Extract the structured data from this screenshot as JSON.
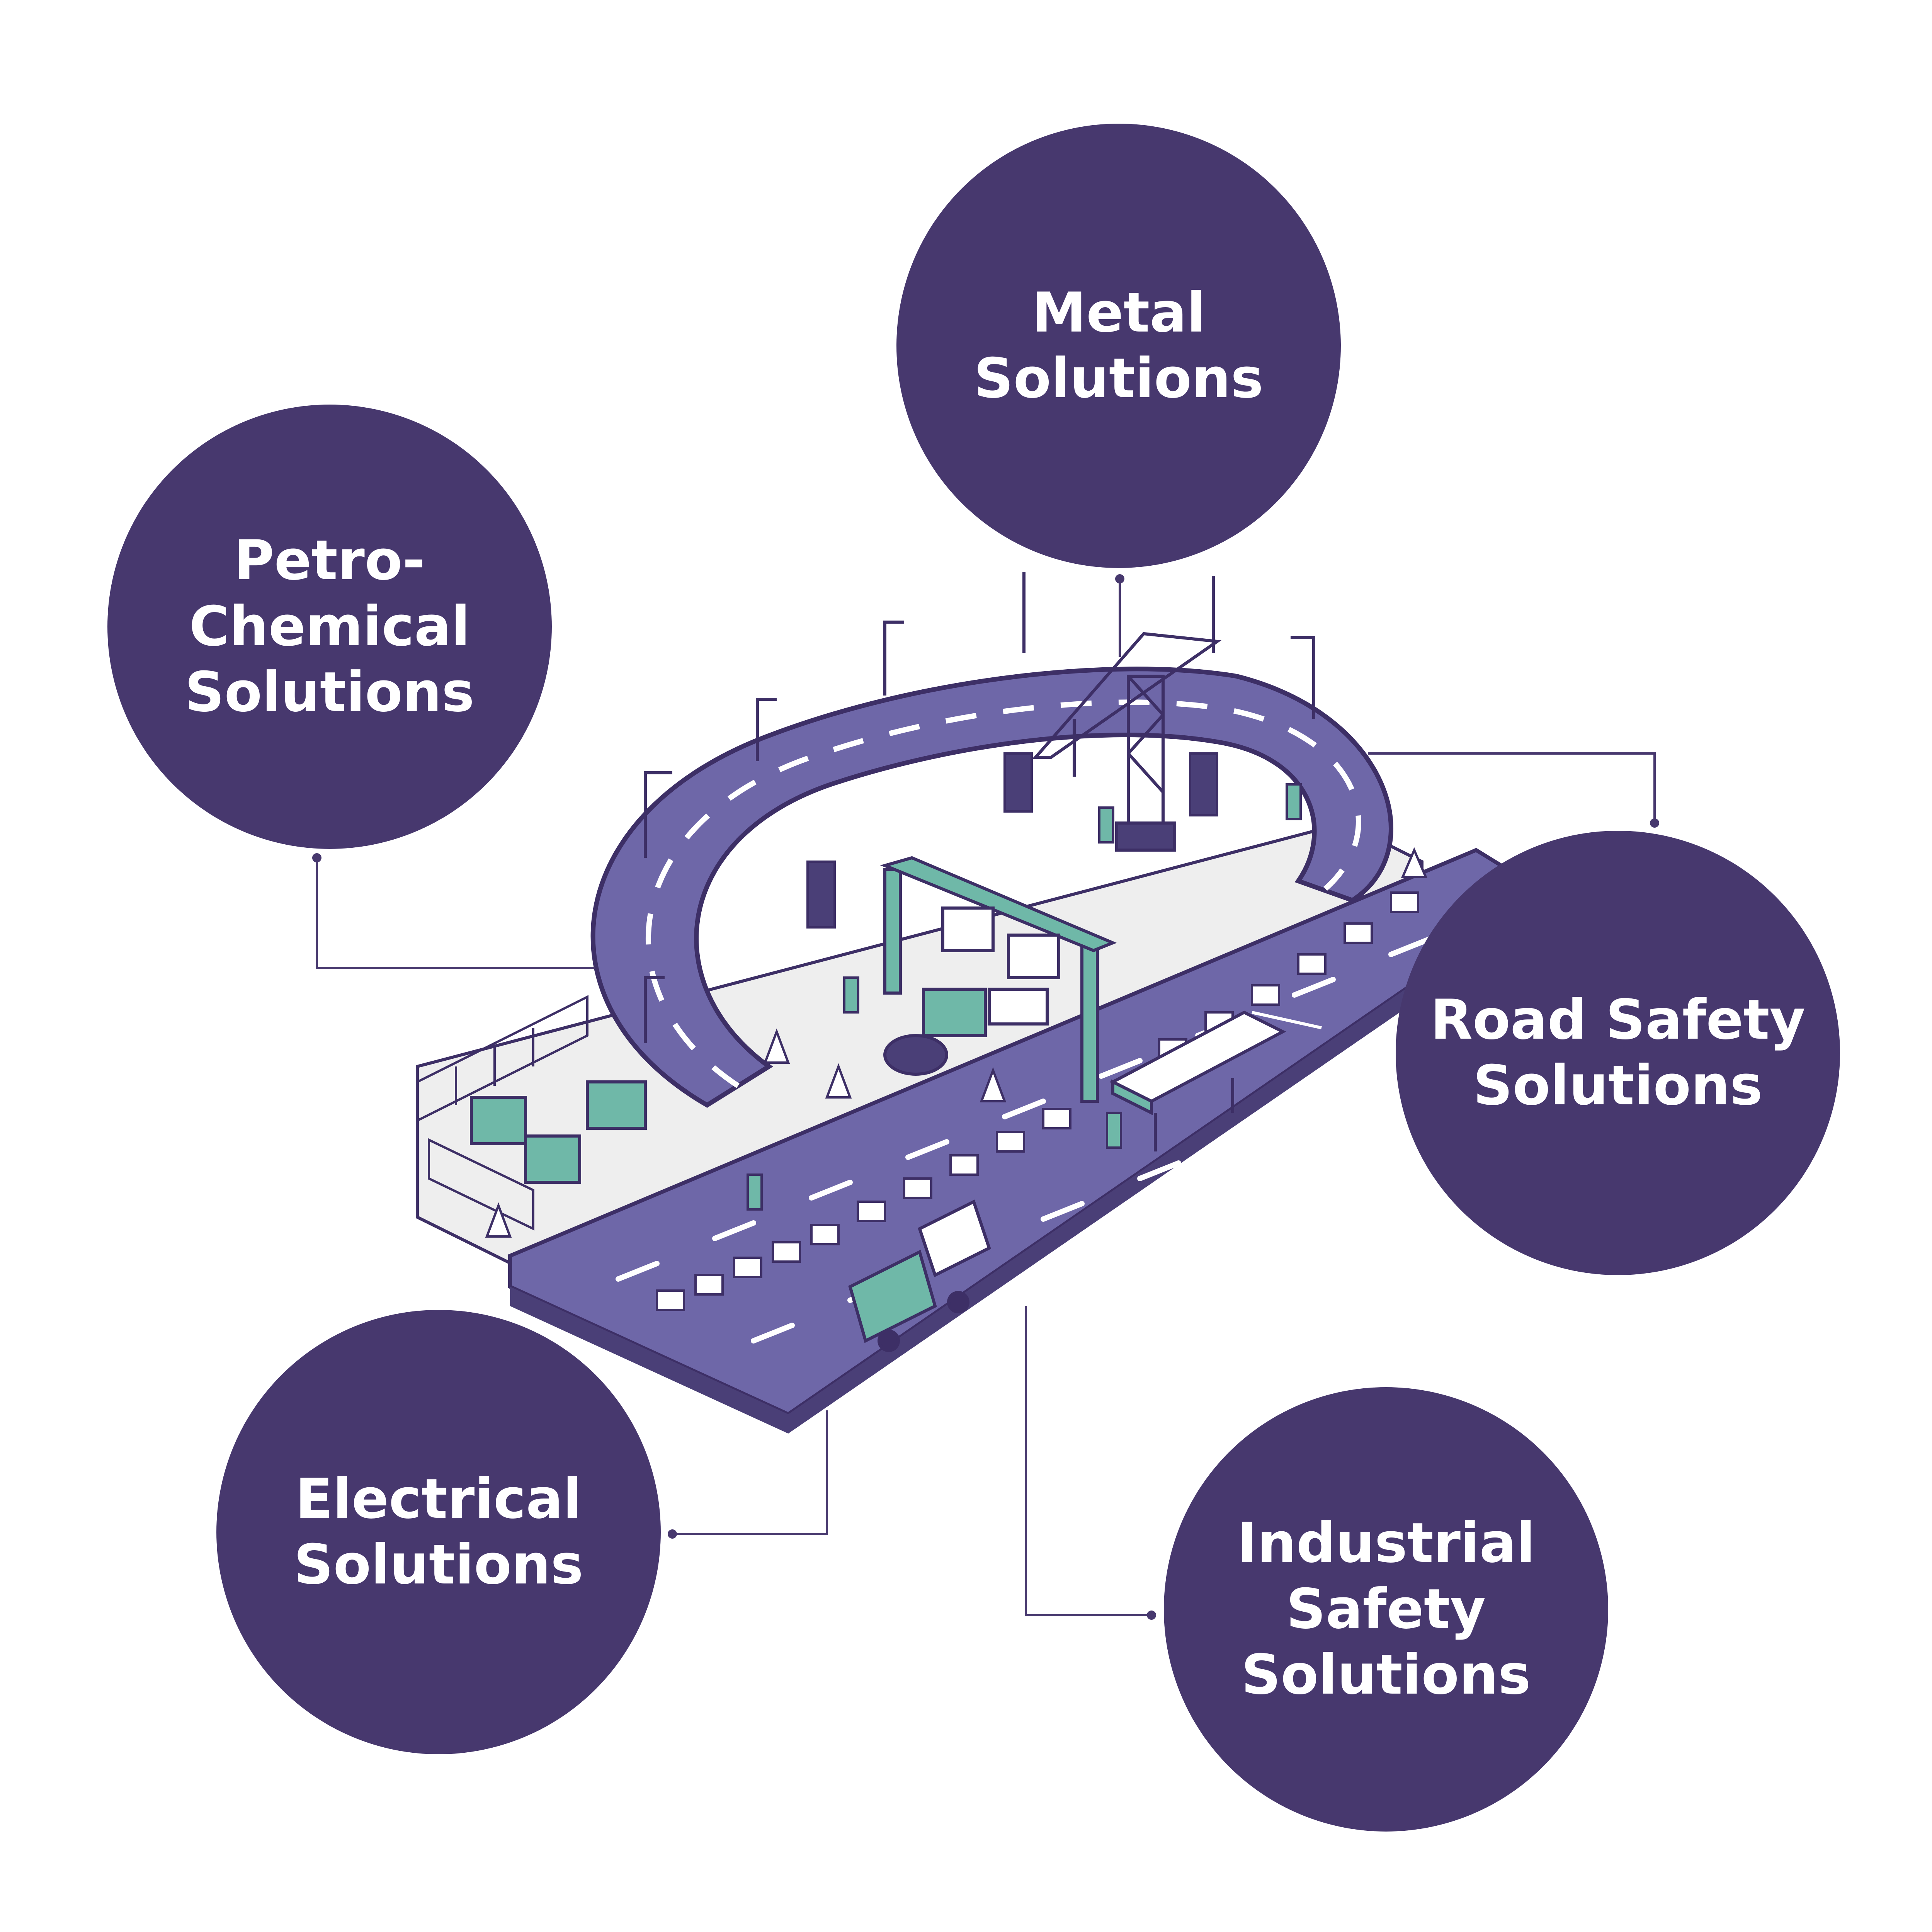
{
  "colors": {
    "bubble": "#47386e",
    "road": "#6e67a8",
    "road_dark": "#4a3f77",
    "outline": "#3d2f66",
    "accent": "#6fb8a8",
    "ground": "#eeeeee",
    "connector": "#47386e"
  },
  "solutions": {
    "metal": {
      "lines": [
        "Metal",
        "Solutions"
      ]
    },
    "petrochemical": {
      "lines": [
        "Petro-",
        "Chemical",
        "Solutions"
      ]
    },
    "road_safety": {
      "lines": [
        "Road Safety",
        "Solutions"
      ]
    },
    "electrical": {
      "lines": [
        "Electrical",
        "Solutions"
      ]
    },
    "industrial_safety": {
      "lines": [
        "Industrial",
        "Safety",
        "Solutions"
      ]
    }
  }
}
